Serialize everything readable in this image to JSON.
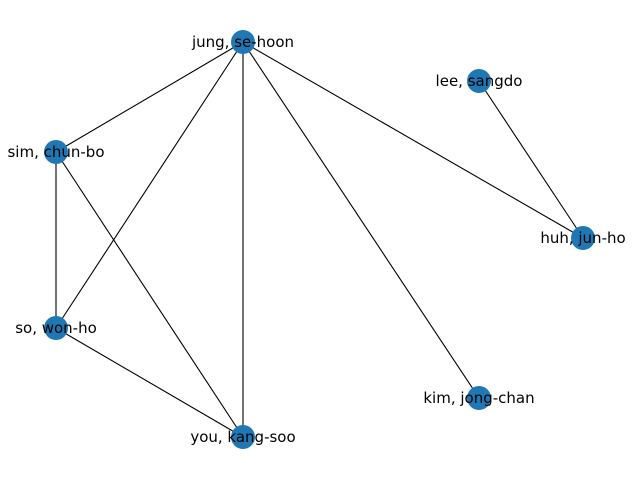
{
  "graph": {
    "node_color": "#1f77b4",
    "edge_color": "#000000",
    "nodes": [
      {
        "id": "jung",
        "label": "jung, se-hoon"
      },
      {
        "id": "lee",
        "label": "lee, sangdo"
      },
      {
        "id": "sim",
        "label": "sim, chun-bo"
      },
      {
        "id": "huh",
        "label": "huh, jun-ho"
      },
      {
        "id": "so",
        "label": "so, won-ho"
      },
      {
        "id": "kim",
        "label": "kim, jong-chan"
      },
      {
        "id": "you",
        "label": "you, kang-soo"
      }
    ],
    "edges": [
      [
        "jung",
        "sim"
      ],
      [
        "jung",
        "so"
      ],
      [
        "jung",
        "you"
      ],
      [
        "jung",
        "kim"
      ],
      [
        "jung",
        "huh"
      ],
      [
        "lee",
        "huh"
      ],
      [
        "sim",
        "so"
      ],
      [
        "sim",
        "you"
      ],
      [
        "so",
        "you"
      ]
    ]
  }
}
